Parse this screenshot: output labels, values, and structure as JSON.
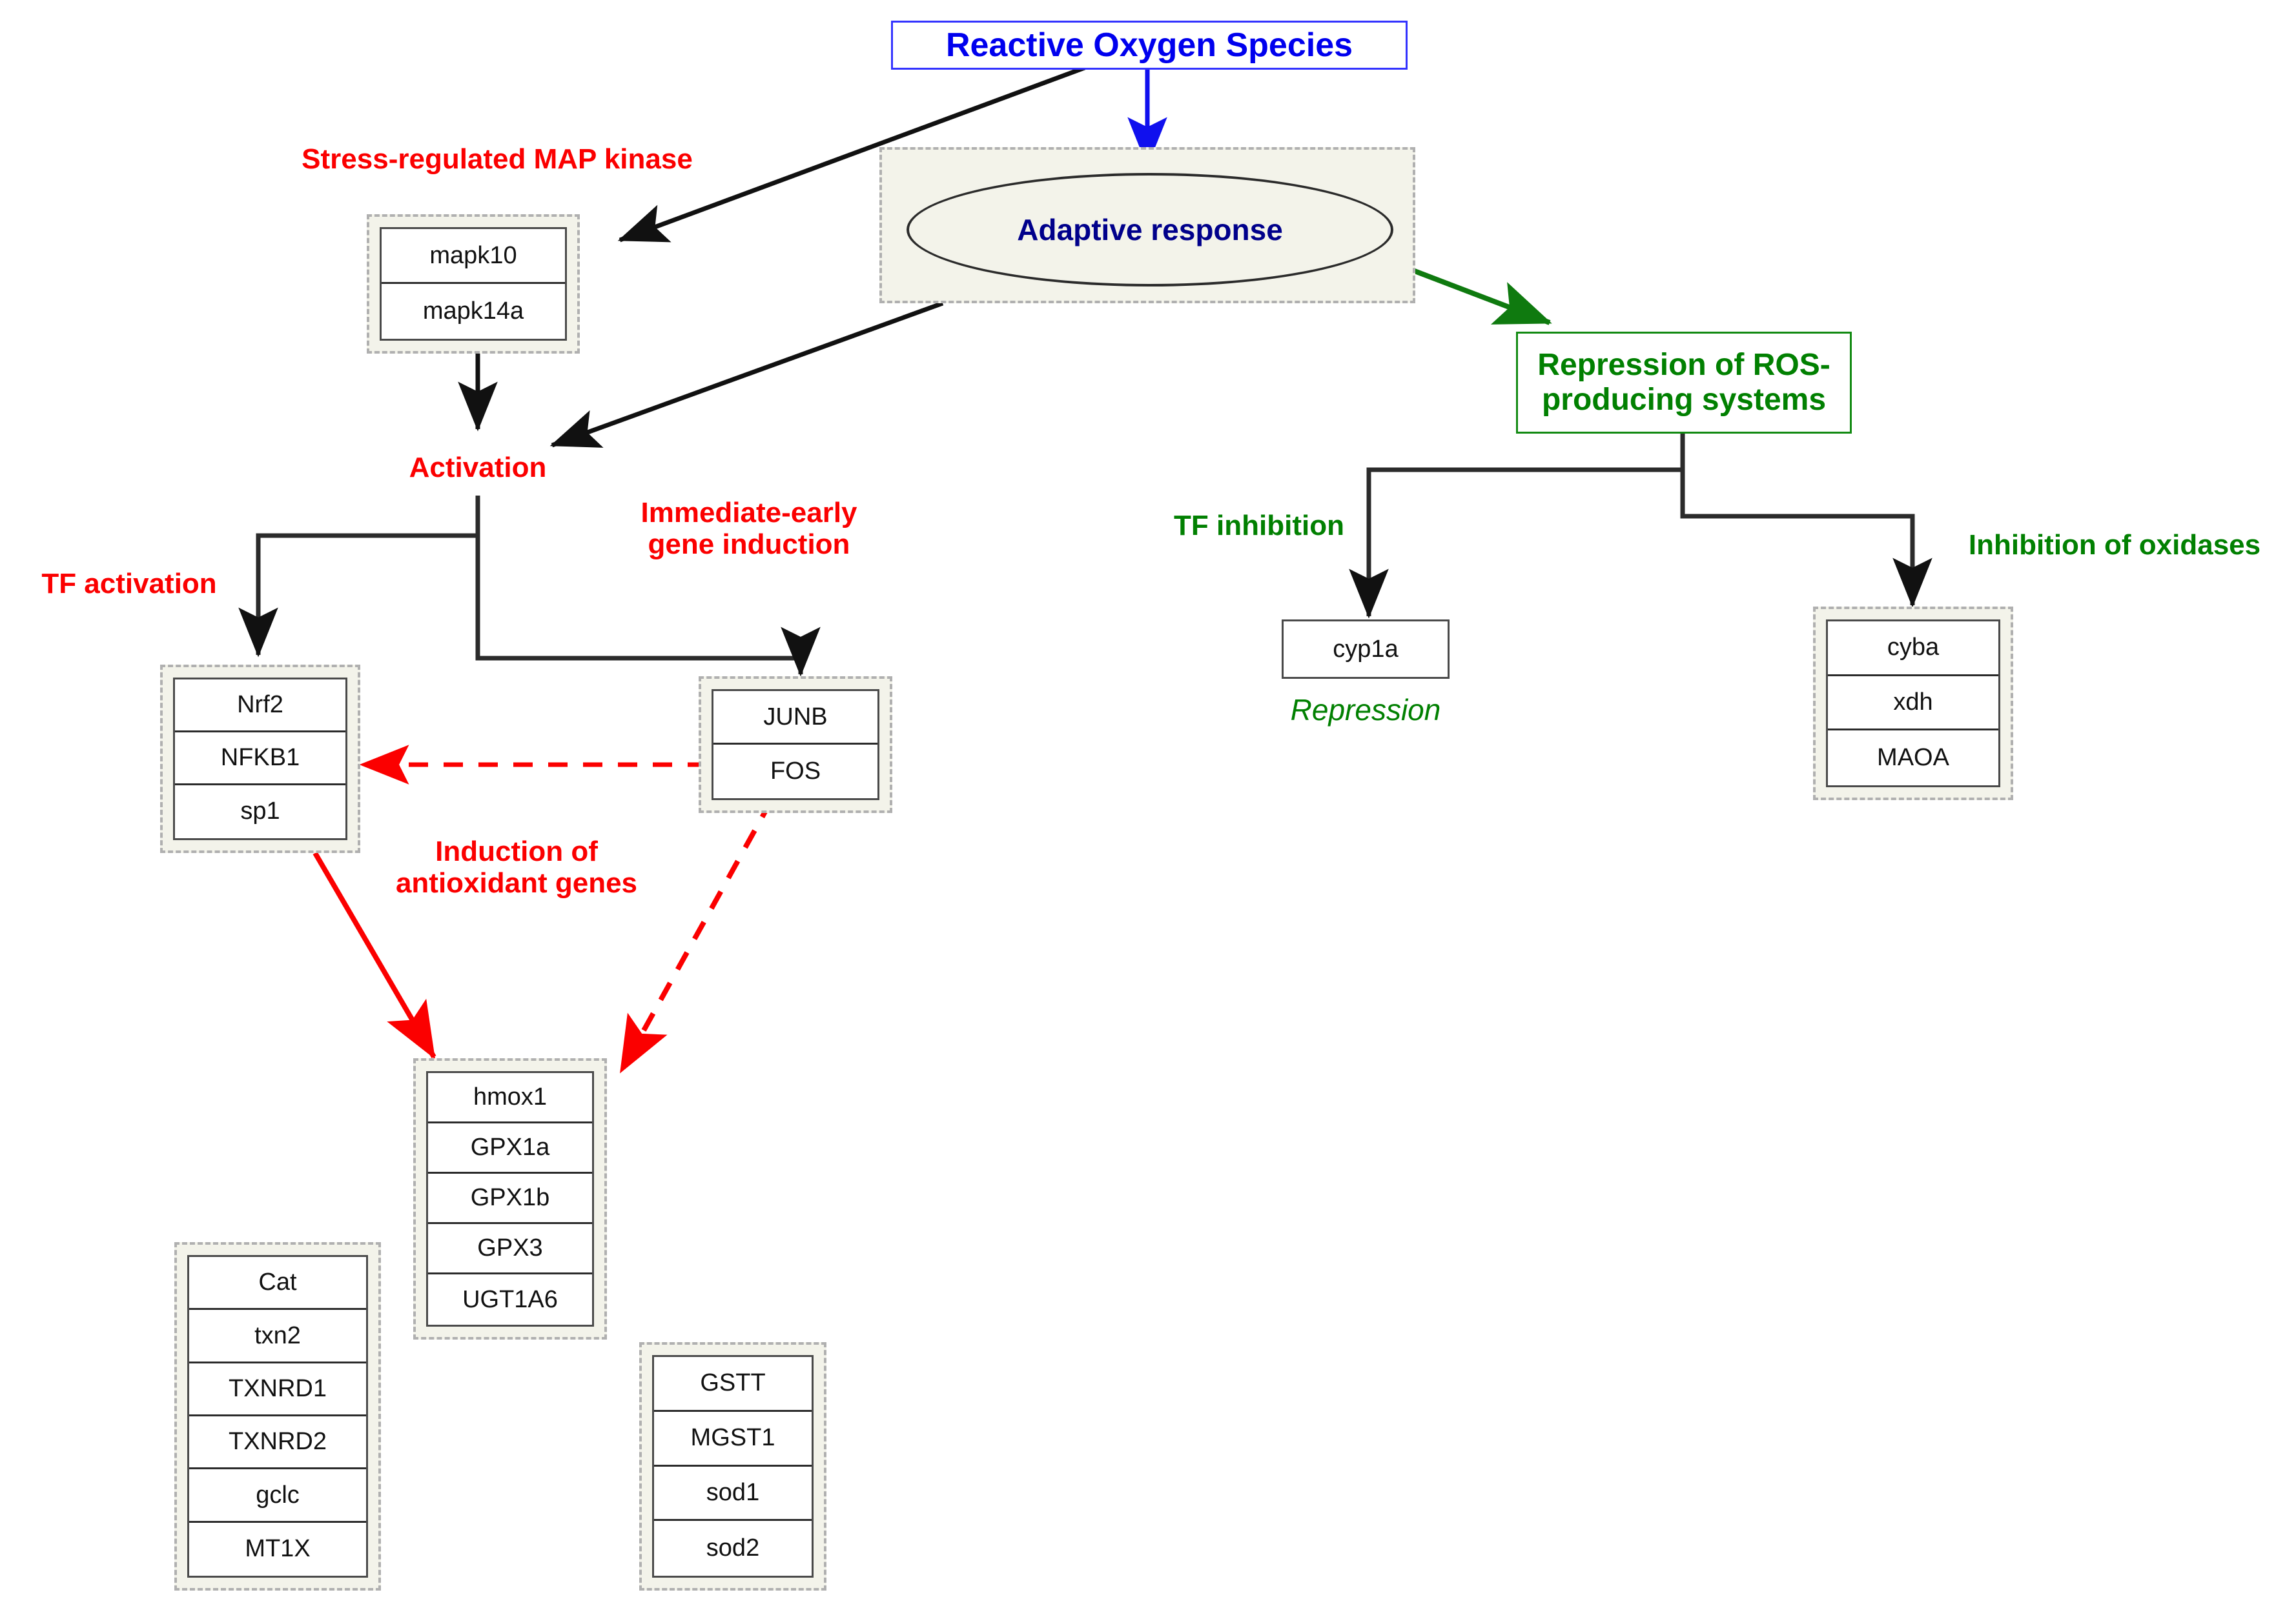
{
  "diagram": {
    "title_node": {
      "label": "Reactive Oxygen Species",
      "color": "#0000ee"
    },
    "adaptive": {
      "label": "Adaptive response",
      "color": "#00008b"
    },
    "repression_node": {
      "label": "Repression of ROS-producing systems",
      "color": "#018001"
    },
    "labels": {
      "stress_map_kinase": "Stress-regulated MAP kinase",
      "activation": "Activation",
      "tf_activation": "TF activation",
      "immediate_early": "Immediate-early gene induction",
      "induction_antioxidant": "Induction of antioxidant genes",
      "tf_inhibition": "TF inhibition",
      "inhibition_oxidases": "Inhibition of oxidases",
      "repression": "Repression"
    },
    "colors": {
      "red": "#fb0000",
      "green": "#018001",
      "blue": "#0000ee",
      "dark_blue": "#00008b",
      "black": "#1a1a1a",
      "group_fill": "#f3f3ea",
      "group_border": "#b0b0b0"
    },
    "groups": {
      "mapk": {
        "name": "mapk-group",
        "genes": [
          "mapk10",
          "mapk14a"
        ]
      },
      "tf": {
        "name": "tf-group",
        "genes": [
          "Nrf2",
          "NFKB1",
          "sp1"
        ]
      },
      "iegene": {
        "name": "immediate-early-group",
        "genes": [
          "JUNB",
          "FOS"
        ]
      },
      "antioxidant": {
        "name": "antioxidant-group",
        "genes": [
          "hmox1",
          "GPX1a",
          "GPX1b",
          "GPX3",
          "UGT1A6"
        ]
      },
      "antioxidant2": {
        "name": "antioxidant-group-2",
        "genes": [
          "Cat",
          "txn2",
          "TXNRD1",
          "TXNRD2",
          "gclc",
          "MT1X"
        ]
      },
      "antioxidant3": {
        "name": "antioxidant-group-3",
        "genes": [
          "GSTT",
          "MGST1",
          "sod1",
          "sod2"
        ]
      },
      "cyp": {
        "name": "cyp-node",
        "genes": [
          "cyp1a"
        ]
      },
      "oxidases": {
        "name": "oxidase-group",
        "genes": [
          "cyba",
          "xdh",
          "MAOA"
        ]
      }
    }
  }
}
